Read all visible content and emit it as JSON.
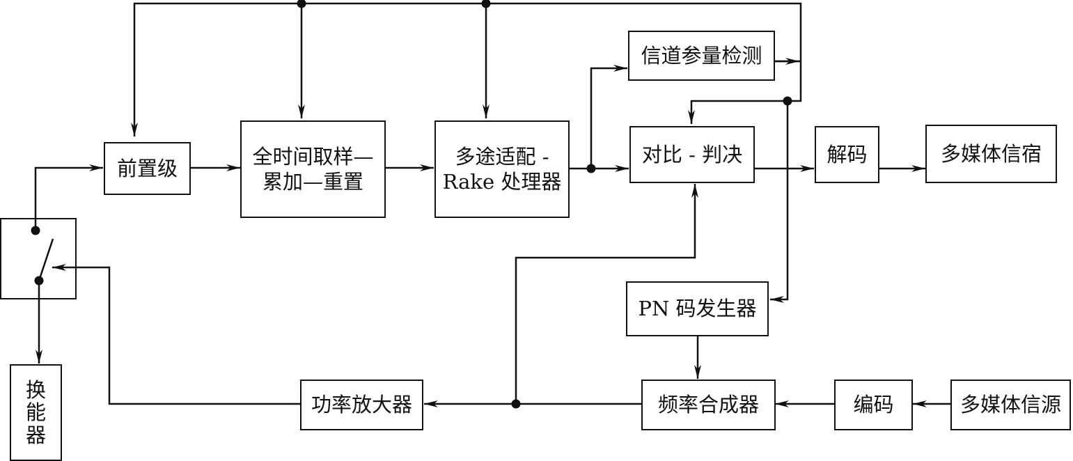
{
  "blocks": {
    "preamp": "前置级",
    "integrator": {
      "line1": "全时间取样—",
      "line2": "累加—重置"
    },
    "rake": {
      "line1": "多途适配 -",
      "line2": "Rake 处理器"
    },
    "channel_detect": "信道参量检测",
    "decision": "对比 - 判决",
    "decoder": "解码",
    "sink": "多媒体信宿",
    "pn_generator": "PN 码发生器",
    "freq_synth": "频率合成器",
    "encoder": "编码",
    "source": "多媒体信源",
    "power_amp": "功率放大器",
    "transducer": [
      "换",
      "能",
      "器"
    ]
  },
  "switch": {
    "icon": "switch-icon"
  },
  "colors": {
    "stroke": "#111111",
    "background": "#ffffff"
  }
}
